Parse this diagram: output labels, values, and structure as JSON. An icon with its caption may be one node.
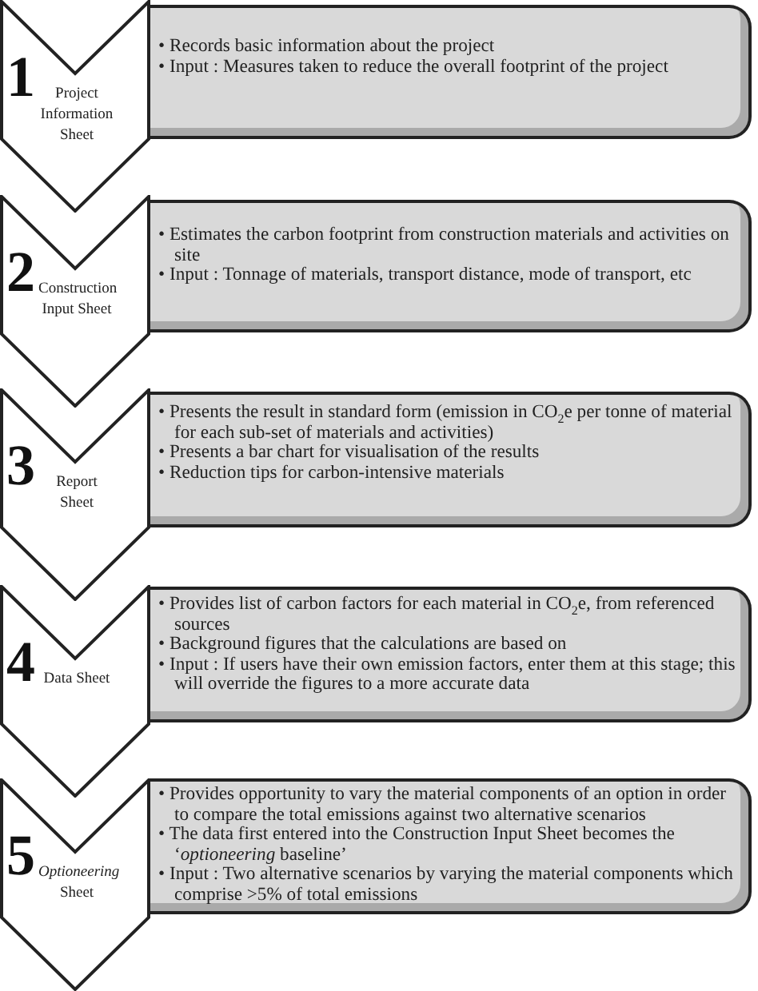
{
  "diagram": {
    "nodes": [
      {
        "text": [
          "1",
          "Project Information Sheet"
        ]
      },
      {
        "text": [
          "• Records basic information about the project",
          "• Input : Measures taken to reduce the overall footprint of the project"
        ]
      },
      {
        "text": [
          "2",
          "Construction Input Sheet"
        ]
      },
      {
        "text": [
          "• Estimates the carbon footprint from construction materials and activities on site",
          "• Input : Tonnage of materials, transport distance, mode of transport, etc"
        ]
      },
      {
        "text": [
          "3",
          "Report Sheet"
        ]
      },
      {
        "text": [
          "• Presents the result in standard form (emission in CO$_{2}$e per tonne of material for each sub-set of materials and activities)",
          "• Presents a bar chart for visualisation of the results",
          "• Reduction tips for carbon-intensive materials"
        ]
      },
      {
        "text": [
          "4",
          "Data Sheet"
        ]
      },
      {
        "text": [
          "• Provides list of carbon factors for each material in CO$_{2}$e, from referenced sources",
          "• Background figures that the calculations are based on",
          "• Input : If users have their own emission factors, enter them at this stage; this will override the figures to a more accurate data"
        ]
      },
      {
        "text": [
          "5",
          "*Optioneering* Sheet"
        ]
      },
      {
        "text": [
          "• Provides opportunity to vary the material components of an option in order to compare the total emissions against two alternative scenarios",
          "• The data first entered into the Construction Input Sheet becomes the ‘*optioneering* baseline’",
          "• Input : Two alternative scenarios by varying the material components which comprise >5% of total emissions"
        ]
      }
    ],
    "edges": []
  }
}
